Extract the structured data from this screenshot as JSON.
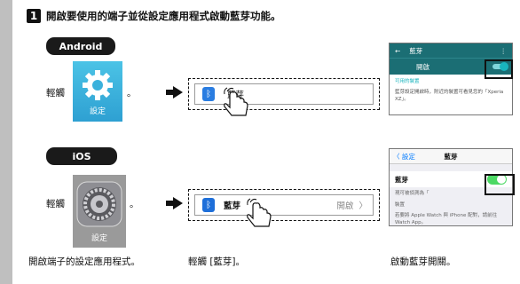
{
  "step": {
    "number": "1",
    "title": "開啟要使用的端子並從設定應用程式啟動藍芽功能。"
  },
  "android": {
    "label": "Android",
    "tap_text": "輕觸",
    "settings_icon_label": "設定",
    "period": "。",
    "bluetooth_row_label": "藍芽",
    "screen": {
      "title": "藍芽",
      "back": "←",
      "menu": "⋮",
      "toggle_label": "開啟",
      "available_header": "可用的裝置",
      "description": "藍芽設定開啟時，附近的裝置可看見您的「Xperia XZ」。"
    }
  },
  "ios": {
    "label": "iOS",
    "tap_text": "輕觸",
    "settings_icon_label": "設定",
    "period": "。",
    "bluetooth_row_label": "藍芽",
    "bluetooth_row_value": "開啟",
    "bluetooth_row_chevron": "〉",
    "screen": {
      "back": "〈 設定",
      "title": "藍芽",
      "row_label": "藍芽",
      "visible_as": "現可被偵測為「",
      "devices": "裝置",
      "pair_text": "若要將 Apple Watch 與 iPhone 配對，請前往 Watch App。"
    }
  },
  "captions": {
    "step1": "開啟端子的設定應用程式。",
    "step2": "輕觸 [藍芽]。",
    "step3": "啟動藍芽開關。"
  },
  "colors": {
    "android_header": "#1b6e74",
    "android_accent": "#19b4bd",
    "ios_switch": "#4cd964",
    "ios_blue": "#007aff",
    "bluetooth_blue": "#2a7de1"
  }
}
